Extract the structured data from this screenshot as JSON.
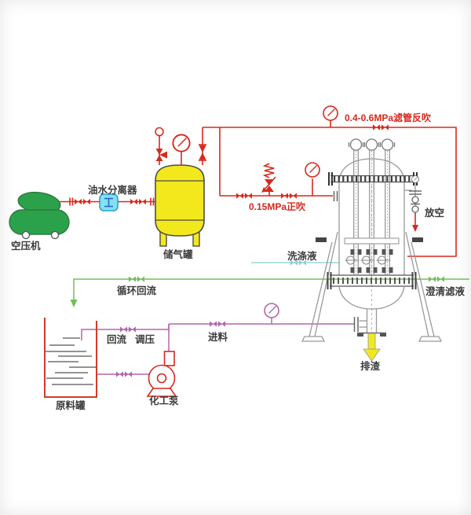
{
  "diagram_type": "filtration-process-flow",
  "equipment": {
    "air_compressor": "空压机",
    "oil_water_separator": "油水分离器",
    "gas_storage_tank": "储气罐",
    "raw_material_tank": "原料罐",
    "chemical_pump": "化工泵"
  },
  "streams": {
    "backflush": "0.4-0.6MPa滤管反吹",
    "forward_blow": "0.15MPa正吹",
    "vent": "放空",
    "washing_liquid": "洗涤液",
    "circulation_reflux": "循环回流",
    "clarified_filtrate": "澄清滤液",
    "reflux": "回流",
    "pressure_regulate": "调压",
    "feed": "进料",
    "slag_discharge": "排渣"
  },
  "colors": {
    "air_pipe_red": "#d8291d",
    "filtrate_green": "#72bd5c",
    "washing_cyan": "#9dd6de",
    "feed_purple": "#b266ae",
    "tank_yellow": "#f2e81c",
    "compressor_green": "#2ba14b",
    "separator_cyan": "#86e0ee",
    "slag_yellow": "#f2e81f",
    "vessel_gray": "#999999",
    "label_dark": "#3b3b3b"
  }
}
